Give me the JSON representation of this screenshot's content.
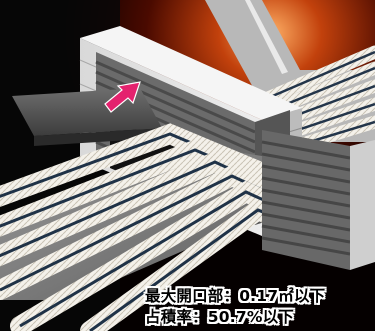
{
  "illustration": {
    "subject": "cables passing through fire-stop wall opening",
    "arrow_color": "#e4226e",
    "background_fire_color": "#8a1c00"
  },
  "caption": {
    "max_opening": "最大開口部：0.17㎡以下",
    "occupancy_rate": "占積率：50.7%以下"
  }
}
